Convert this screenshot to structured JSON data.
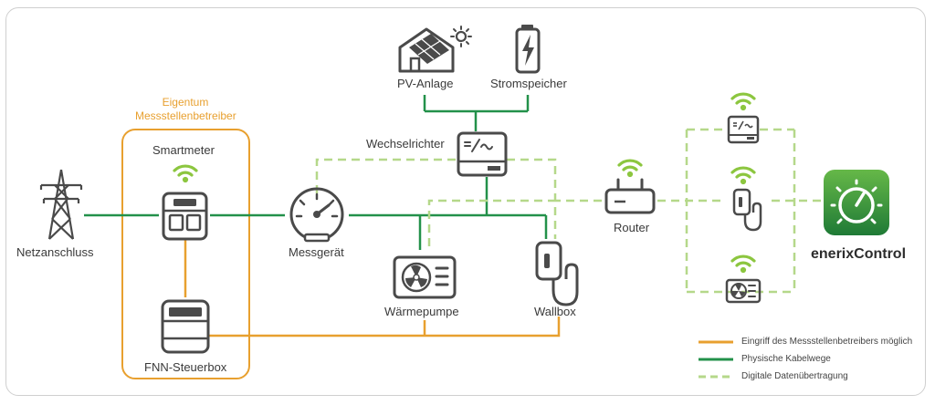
{
  "nodes": {
    "netzanschluss": "Netzanschluss",
    "smartmeter": "Smartmeter",
    "fnn": "FNN-Steuerbox",
    "messgeraet": "Messgerät",
    "pv": "PV-Anlage",
    "speicher": "Stromspeicher",
    "wechselrichter": "Wechselrichter",
    "waermepumpe": "Wärmepumpe",
    "wallbox": "Wallbox",
    "router": "Router",
    "enerix": "enerixControl"
  },
  "owner": {
    "line1": "Eigentum",
    "line2": "Messstellenbetreiber"
  },
  "legend": {
    "orange": "Eingriff des Messstellenbetreibers möglich",
    "green": "Physische Kabelwege",
    "dashed": "Digitale Datenübertragung"
  },
  "colors": {
    "orange": "#e8a02f",
    "green": "#23914a",
    "dashed": "#b5d88a",
    "icon": "#4a4a4a",
    "wifi": "#8cc63f"
  }
}
